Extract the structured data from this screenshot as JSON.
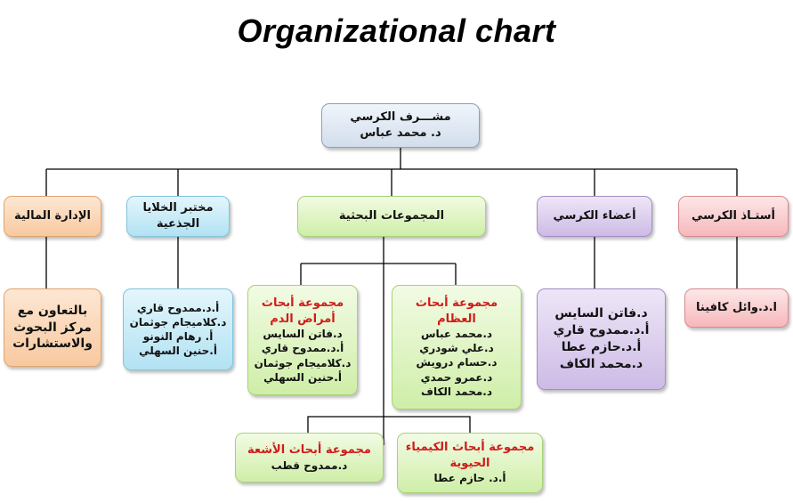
{
  "title": "Organizational chart",
  "supervisor": {
    "role": "مشـــرف الكرسي",
    "name": "د. محمد عباس"
  },
  "level1": {
    "financial": "الإدارة المالية",
    "stem_lab": [
      "مختبر الخلايا",
      "الجذعية"
    ],
    "research_groups": "المجموعات البحثية",
    "members": "أعضاء الكرسي",
    "professor": "أستـاذ الكرسي"
  },
  "details": {
    "financial": [
      "بالتعاون مع",
      "مركز البحوث",
      "والاستشارات"
    ],
    "stem_lab": [
      "أ.د.ممدوح قاري",
      "د.كلاميجام جوثمان",
      "أ. رهام النونو",
      "أ.حنين السهلي"
    ],
    "members": [
      "د.فاتن السايس",
      "أ.د.ممدوح قاري",
      "أ.د.حازم عطا",
      "د.محمد الكاف"
    ],
    "professor": [
      "ا.د.وائل كافينا"
    ]
  },
  "groups": {
    "blood": {
      "title": [
        "مجموعة أبحاث",
        "أمراض الدم"
      ],
      "members": [
        "د.فاتن السايس",
        "أ.د.ممدوح قاري",
        "د.كلاميجام جوثمان",
        "أ.حنين السهلي"
      ]
    },
    "bone": {
      "title": [
        "مجموعة أبحاث",
        "العظام"
      ],
      "members": [
        "د.محمد عباس",
        "د.علي شودري",
        "د.حسام درويش",
        "د.عمرو حمدي",
        "د.محمد الكاف"
      ]
    },
    "radiology": {
      "title": [
        "مجموعة أبحاث الأشعة"
      ],
      "members": [
        "د.ممدوح قطب"
      ]
    },
    "biochem": {
      "title": [
        "مجموعة أبحاث الكيمياء",
        "الحيوية"
      ],
      "members": [
        "أ.د. حازم عطا"
      ]
    }
  }
}
